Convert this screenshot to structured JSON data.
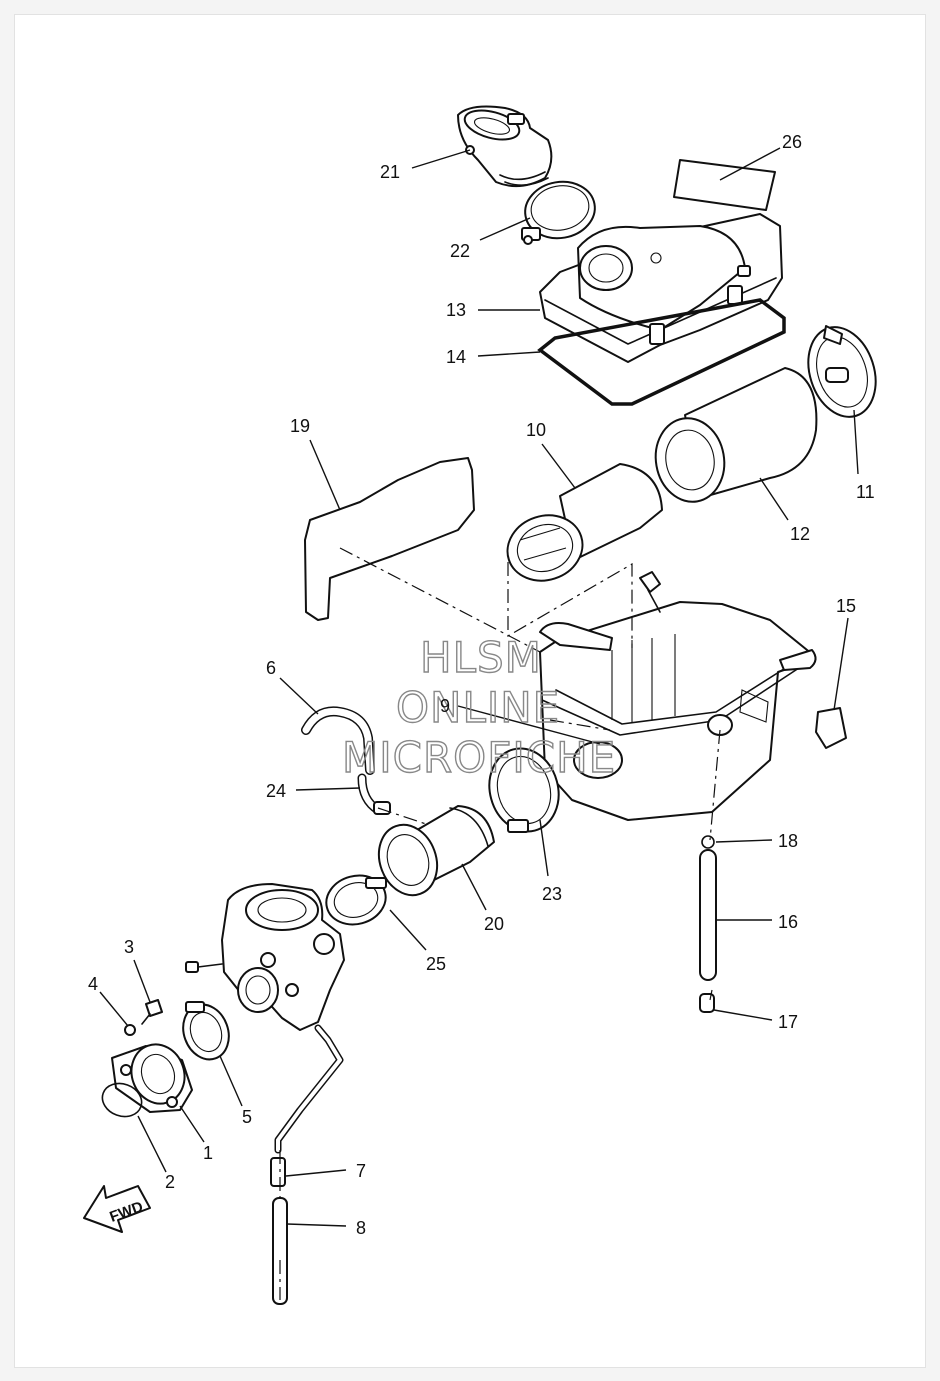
{
  "diagram": {
    "callouts": [
      {
        "num": "1",
        "part": "joint-carburetor"
      },
      {
        "num": "2",
        "part": "o-ring"
      },
      {
        "num": "3",
        "part": "bolt"
      },
      {
        "num": "4",
        "part": "washer"
      },
      {
        "num": "5",
        "part": "clamp"
      },
      {
        "num": "6",
        "part": "hose"
      },
      {
        "num": "7",
        "part": "hose-joint"
      },
      {
        "num": "8",
        "part": "drain-hose"
      },
      {
        "num": "9",
        "part": "air-filter-case"
      },
      {
        "num": "10",
        "part": "element-assembly"
      },
      {
        "num": "11",
        "part": "cap"
      },
      {
        "num": "12",
        "part": "filter-element"
      },
      {
        "num": "13",
        "part": "case-cap"
      },
      {
        "num": "14",
        "part": "gasket"
      },
      {
        "num": "15",
        "part": "clip"
      },
      {
        "num": "16",
        "part": "check-hose"
      },
      {
        "num": "17",
        "part": "plug"
      },
      {
        "num": "18",
        "part": "hose-clip"
      },
      {
        "num": "19",
        "part": "cover"
      },
      {
        "num": "20",
        "part": "joint-air-filter"
      },
      {
        "num": "21",
        "part": "intake-duct"
      },
      {
        "num": "22",
        "part": "band"
      },
      {
        "num": "23",
        "part": "band"
      },
      {
        "num": "24",
        "part": "hose"
      },
      {
        "num": "25",
        "part": "clamp"
      },
      {
        "num": "26",
        "part": "label"
      }
    ],
    "fwd_label": "FWD",
    "watermark": [
      "HLSM",
      "ONLINE",
      "MICROFICHE"
    ]
  }
}
